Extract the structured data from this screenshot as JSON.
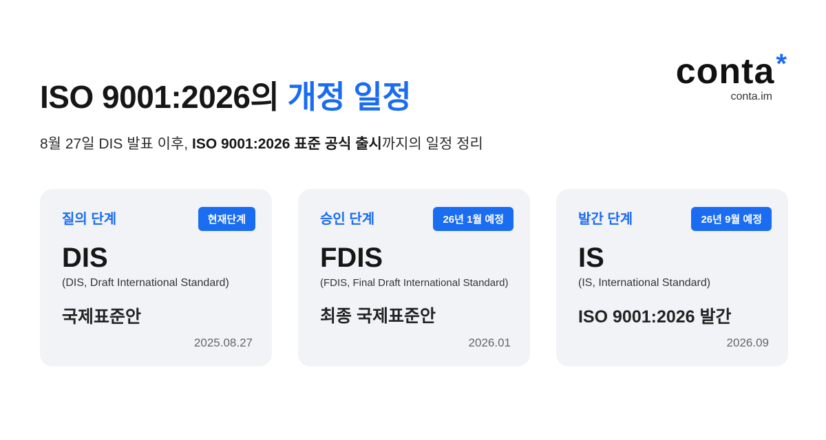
{
  "header": {
    "title_main": "ISO 9001:2026의 ",
    "title_accent": "개정 일정",
    "subtitle_pre": "8월 27일 DIS 발표 이후, ",
    "subtitle_bold": "ISO 9001:2026 표준 공식 출시",
    "subtitle_post": "까지의 일정 정리"
  },
  "logo": {
    "word": "conta",
    "star": "*",
    "domain": "conta.im"
  },
  "colors": {
    "accent": "#1a6cf0",
    "card_bg": "#f2f3f6"
  },
  "cards": [
    {
      "stage": "질의 단계",
      "badge": "현재단계",
      "code": "DIS",
      "full": "(DIS, Draft International Standard)",
      "korean": "국제표준안",
      "date": "2025.08.27"
    },
    {
      "stage": "승인 단계",
      "badge": "26년 1월 예정",
      "code": "FDIS",
      "full": "(FDIS, Final Draft International Standard)",
      "korean": "최종 국제표준안",
      "date": "2026.01"
    },
    {
      "stage": "발간 단계",
      "badge": "26년 9월 예정",
      "code": "IS",
      "full": "(IS, International Standard)",
      "korean": "ISO 9001:2026 발간",
      "date": "2026.09"
    }
  ]
}
